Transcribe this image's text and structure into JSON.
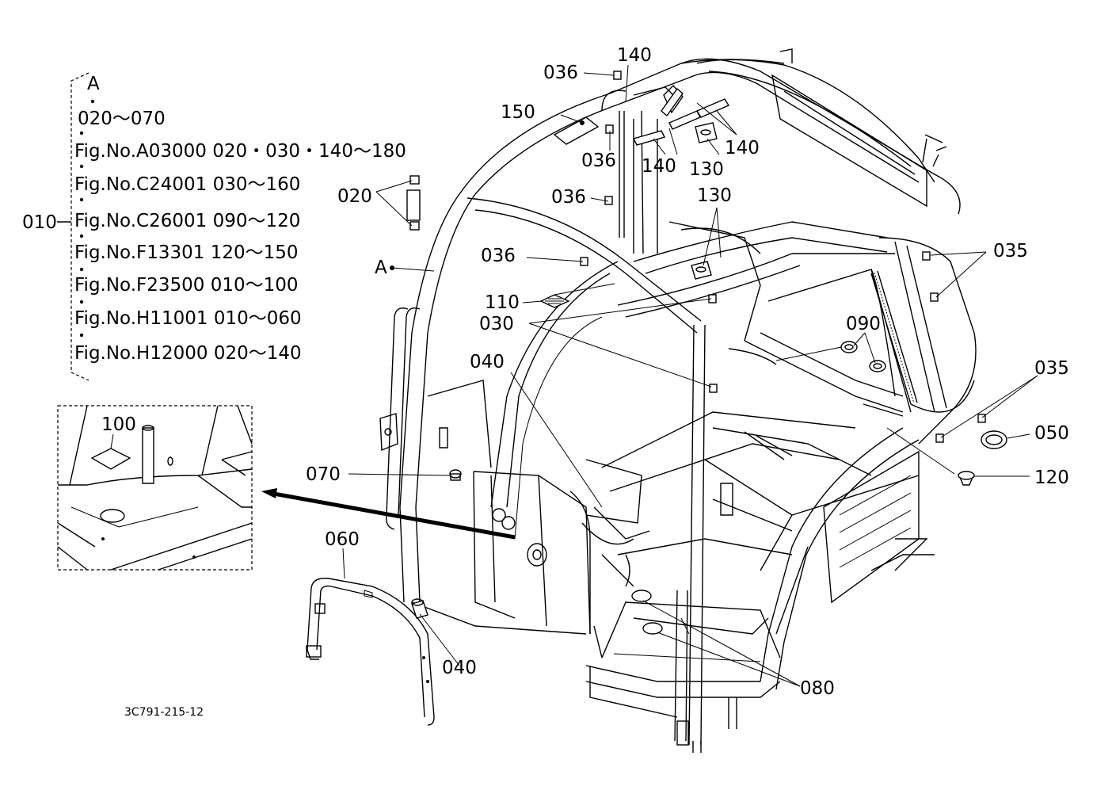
{
  "legend": {
    "header": "A",
    "rows": [
      "020～070",
      "Fig.No.A03000 020・030・140～180",
      "Fig.No.C24001 030～160",
      "Fig.No.C26001 090～120",
      "Fig.No.F13301  120～150",
      "Fig.No.F23500 010～100",
      "Fig.No.H11001 010～060",
      "Fig.No.H12000 020～140"
    ],
    "group_label": "010"
  },
  "callouts": {
    "c036a": "036",
    "c140a": "140",
    "c150": "150",
    "c036b": "036",
    "c140b": "140",
    "c130a": "130",
    "c140c": "140",
    "c020": "020",
    "c036c": "036",
    "c130b": "130",
    "cA": "A",
    "c036d": "036",
    "c035a": "035",
    "c110": "110",
    "c030": "030",
    "c090": "090",
    "c040a": "040",
    "c035b": "035",
    "c100": "100",
    "c050": "050",
    "c070": "070",
    "c120": "120",
    "c060": "060",
    "c040b": "040",
    "c080": "080"
  },
  "drawing_code": "3C791-215-12"
}
